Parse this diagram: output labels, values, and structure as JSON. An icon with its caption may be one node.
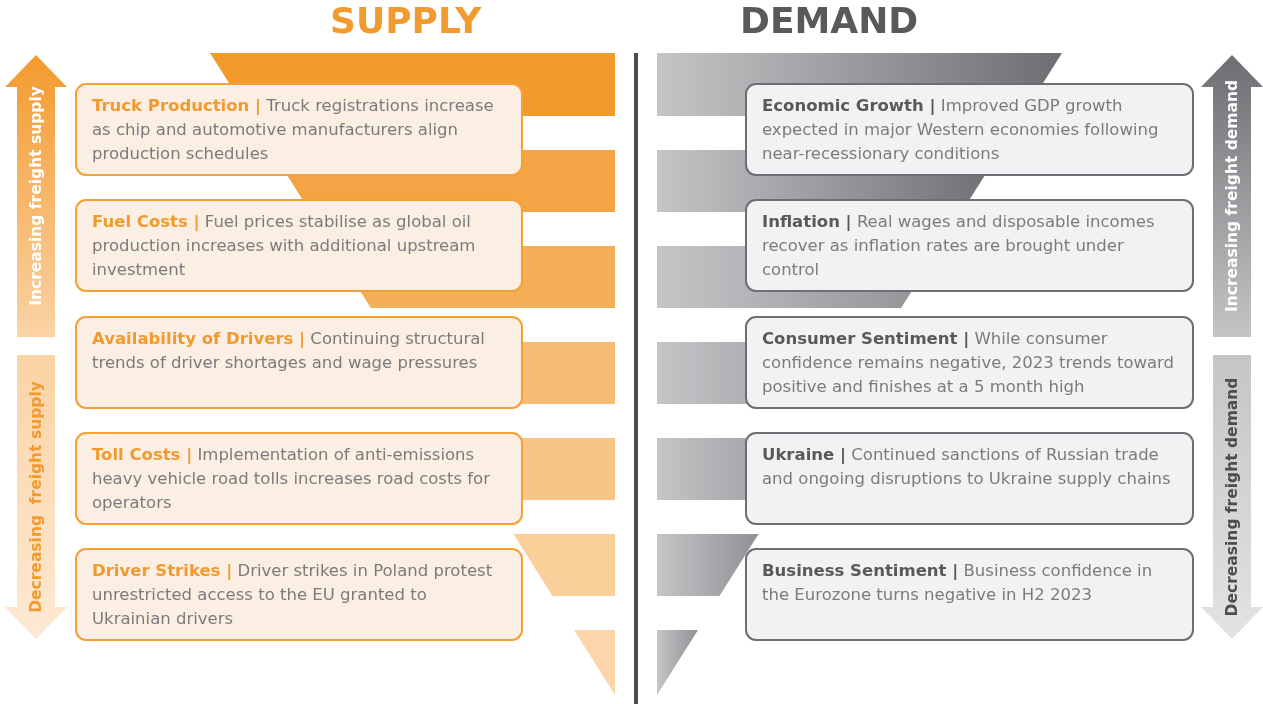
{
  "diagram": {
    "nodes": [
      {
        "text": [
          "Increasing freight supply"
        ]
      },
      {
        "text": [
          "Decreasing  freight supply"
        ]
      },
      {
        "text": [
          "Truck Production |",
          "Truck registrations increase as chip and automotive manufacturers align production schedules"
        ]
      },
      {
        "text": [
          "Fuel Costs |",
          "Fuel prices stabilise as global oil production increases with additional upstream investment"
        ]
      },
      {
        "text": [
          "Availability of Drivers |",
          "Continuing structural trends of driver shortages and wage pressures"
        ]
      },
      {
        "text": [
          "Toll Costs |",
          "Implementation of anti-emissions heavy vehicle road tolls increases road costs for operators"
        ]
      },
      {
        "text": [
          "Driver Strikes |",
          "Driver strikes in Poland protest unrestricted access to the EU granted to Ukrainian drivers"
        ]
      },
      {
        "text": [
          "Economic Growth |",
          "Improved GDP growth expected in major Western economies following near-recessionary conditions"
        ]
      },
      {
        "text": [
          "Inflation |",
          "Real wages and disposable incomes recover as inflation rates are brought under control"
        ]
      },
      {
        "text": [
          "Consumer Sentiment |",
          "While consumer confidence remains negative, 2023 trends toward positive and finishes at a 5 month high"
        ]
      },
      {
        "text": [
          "Ukraine |",
          "Continued sanctions of Russian trade and ongoing disruptions to Ukraine supply chains"
        ]
      },
      {
        "text": [
          "Business Sentiment |",
          "Business confidence in the Eurozone turns negative in H2 2023"
        ]
      },
      {
        "text": [
          "Increasing freight demand"
        ]
      },
      {
        "text": [
          "Decreasing freight demand"
        ]
      }
    ],
    "labels": [
      "SUPPLY",
      "DEMAND"
    ]
  }
}
